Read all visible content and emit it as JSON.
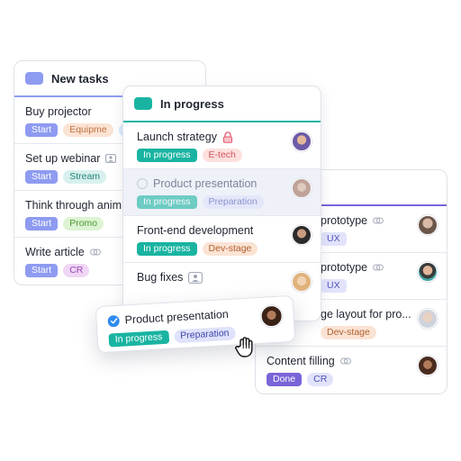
{
  "colors": {
    "start_bg": "#8e9bf1",
    "in_progress_bg": "#19b4a1",
    "done_bg": "#7b64d8",
    "new_header": "#8e9bf1",
    "progress_header": "#19b4a1",
    "done_header": "#7b64d8",
    "drag_check": "#2e8bf0"
  },
  "new_tasks": {
    "title": "New tasks",
    "rows": [
      {
        "title": "Buy projector",
        "status": "Start",
        "tag": "Equipme",
        "extra_tag": "Q"
      },
      {
        "title": "Set up webinar",
        "status": "Start",
        "tag": "Stream"
      },
      {
        "title": "Think through anim",
        "status": "Start",
        "tag": "Promo"
      },
      {
        "title": "Write article",
        "status": "Start",
        "tag": "CR"
      }
    ]
  },
  "in_progress": {
    "title": "In progress",
    "rows": [
      {
        "title": "Launch strategy",
        "status": "In progress",
        "tag": "E-tech",
        "icon": "lock-icon"
      },
      {
        "title": "Product presentation",
        "status": "In progress",
        "tag": "Preparation"
      },
      {
        "title": "Front-end development",
        "status": "In progress",
        "tag": "Dev-stage"
      },
      {
        "title": "Bug fixes",
        "icon": "person-card-icon"
      }
    ]
  },
  "done_column": {
    "rows": [
      {
        "title": "prototype",
        "tag": "UX",
        "icon": "link-icon"
      },
      {
        "title": "prototype",
        "tag": "UX",
        "icon": "link-icon"
      },
      {
        "title": "ge layout for pro...",
        "tag": "Dev-stage"
      },
      {
        "title": "Content filling",
        "status": "Done",
        "tag": "CR",
        "icon": "link-icon"
      }
    ]
  },
  "dragged_card": {
    "title": "Product presentation",
    "status": "In progress",
    "tag": "Preparation"
  }
}
